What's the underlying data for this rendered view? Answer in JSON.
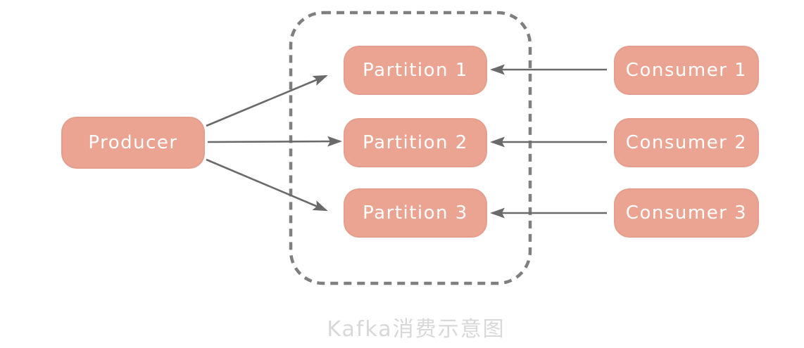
{
  "diagram": {
    "caption": "Kafka消费示意图",
    "producer": {
      "label": "Producer"
    },
    "partitions": [
      {
        "label": "Partition 1"
      },
      {
        "label": "Partition 2"
      },
      {
        "label": "Partition 3"
      }
    ],
    "consumers": [
      {
        "label": "Consumer 1"
      },
      {
        "label": "Consumer 2"
      },
      {
        "label": "Consumer 3"
      }
    ],
    "colors": {
      "box-fill": "#ECA492",
      "box-text": "#FFFFFF",
      "dashed-border": "#7F7F7F",
      "arrow": "#6A6A6A",
      "caption-color": "#D8D8D8"
    }
  }
}
